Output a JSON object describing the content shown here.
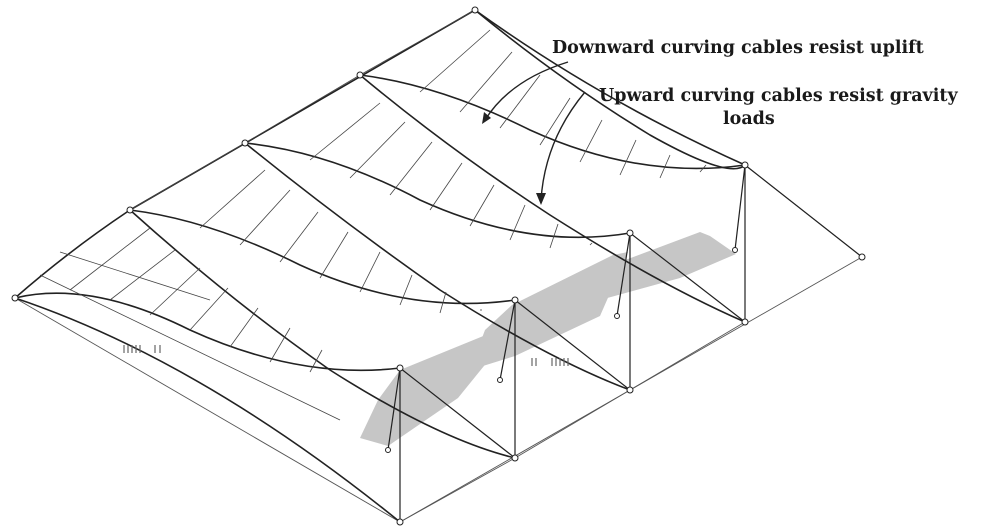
{
  "annotations": {
    "downward_cables": "Downward curving cables resist uplift",
    "upward_cables_line1": "Upward curving cables resist gravity",
    "upward_cables_line2": "loads"
  },
  "colors": {
    "line": "#2a2a2a",
    "light_line": "#555555",
    "shadow": "#c8c8c8",
    "background": "#ffffff"
  }
}
